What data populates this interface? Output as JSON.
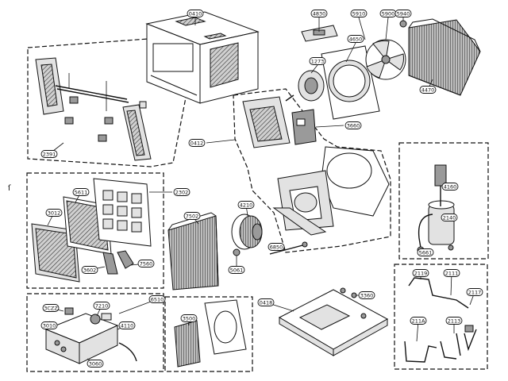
{
  "diagram": {
    "margin_mark": "ſ",
    "part_numbers": [
      "0410",
      "4830",
      "5910",
      "5900",
      "5940",
      "4650",
      "4470",
      "1273",
      "2391",
      "0412",
      "3660",
      "2302",
      "5611",
      "3012",
      "4210",
      "7502",
      "4160",
      "2140",
      "5661",
      "7560",
      "3602",
      "5061",
      "6850",
      "6510",
      "3CZZ",
      "7210",
      "3010",
      "0418",
      "3360",
      "4110",
      "3060",
      "3500",
      "2119",
      "2111",
      "2117",
      "211A",
      "2113"
    ]
  }
}
